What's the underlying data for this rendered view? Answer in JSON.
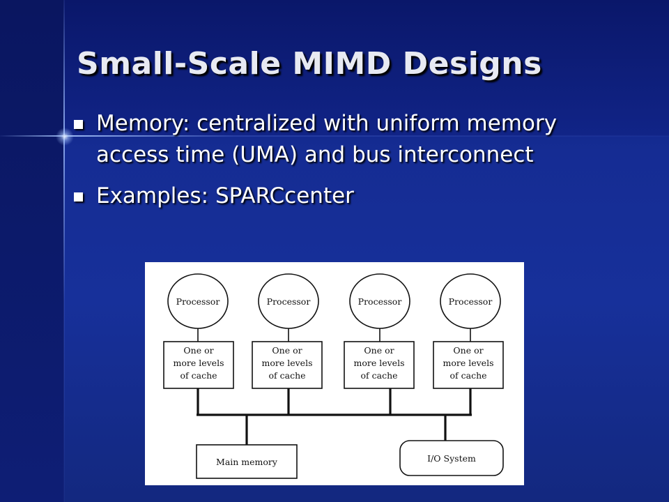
{
  "slide": {
    "title": "Small-Scale MIMD Designs",
    "bullets": [
      "Memory: centralized with uniform memory access time (UMA) and bus interconnect",
      "Examples: SPARCcenter"
    ]
  },
  "diagram": {
    "processors": [
      {
        "label": "Processor",
        "cache_lines": [
          "One or",
          "more levels",
          "of cache"
        ]
      },
      {
        "label": "Processor",
        "cache_lines": [
          "One or",
          "more levels",
          "of cache"
        ]
      },
      {
        "label": "Processor",
        "cache_lines": [
          "One or",
          "more levels",
          "of cache"
        ]
      },
      {
        "label": "Processor",
        "cache_lines": [
          "One or",
          "more levels",
          "of cache"
        ]
      }
    ],
    "main_memory": "Main memory",
    "io_system": "I/O System"
  },
  "colors": {
    "background": "#152c93",
    "text": "#ffffff",
    "figure_background": "#ffffff"
  }
}
